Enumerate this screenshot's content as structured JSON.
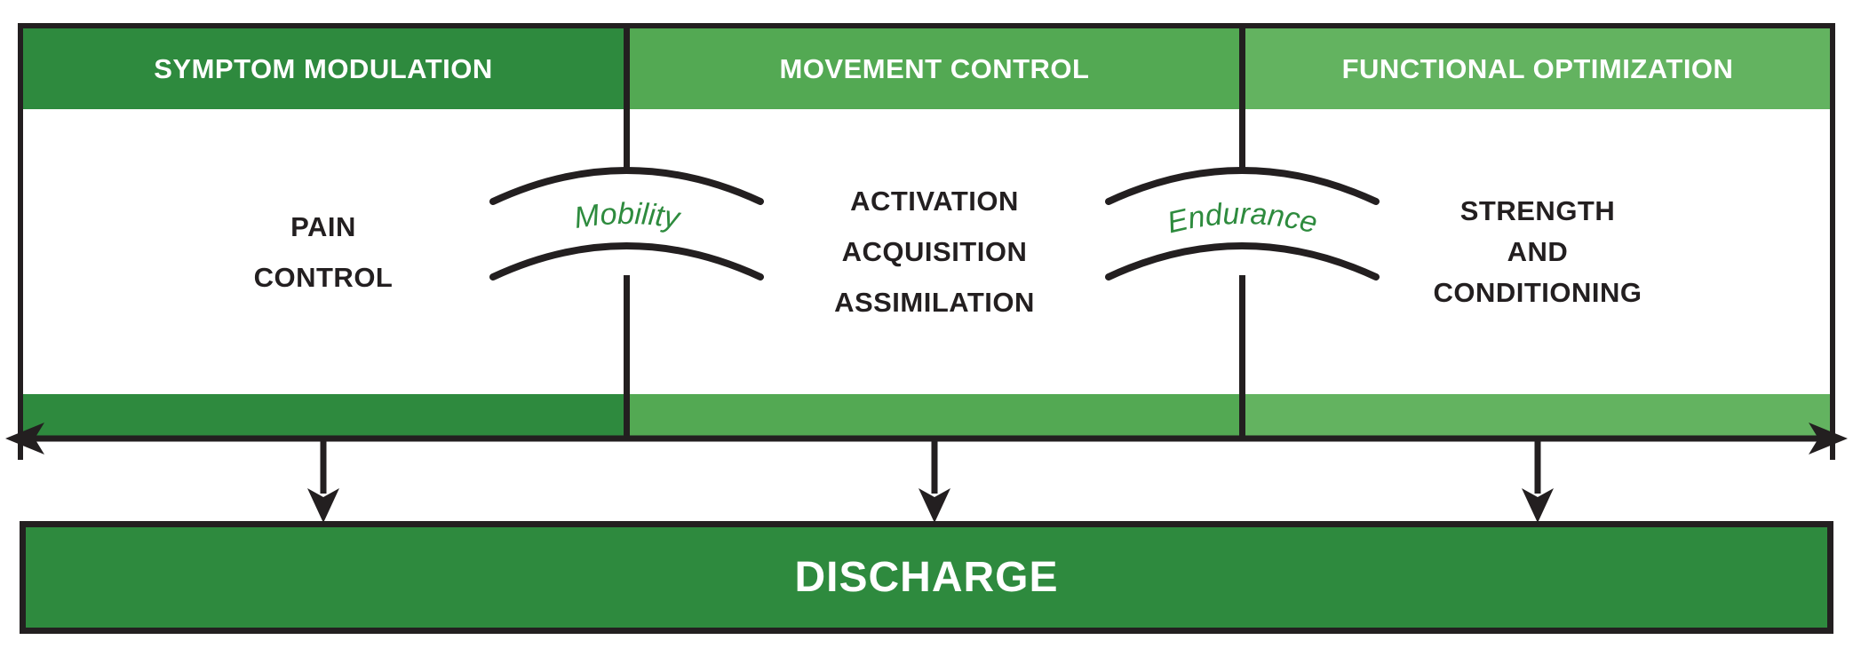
{
  "title": "Rehabilitation phases diagram",
  "palette": {
    "phase1_green": "#2E8A3E",
    "phase2_green": "#53A953",
    "phase3_green": "#63B360",
    "line_black": "#231F20",
    "transition_label_green": "#2E8B3E",
    "header_text_white": "#FFFFFF"
  },
  "phases": [
    {
      "header": "SYMPTOM MODULATION",
      "body_lines": [
        "PAIN",
        "CONTROL"
      ]
    },
    {
      "header": "MOVEMENT CONTROL",
      "body_lines": [
        "ACTIVATION",
        "ACQUISITION",
        "ASSIMILATION"
      ]
    },
    {
      "header": "FUNCTIONAL OPTIMIZATION",
      "body_lines": [
        "STRENGTH",
        "AND",
        "CONDITIONING"
      ]
    }
  ],
  "transitions": [
    {
      "label": "Mobility"
    },
    {
      "label": "Endurance"
    }
  ],
  "discharge": {
    "label": "DISCHARGE"
  }
}
